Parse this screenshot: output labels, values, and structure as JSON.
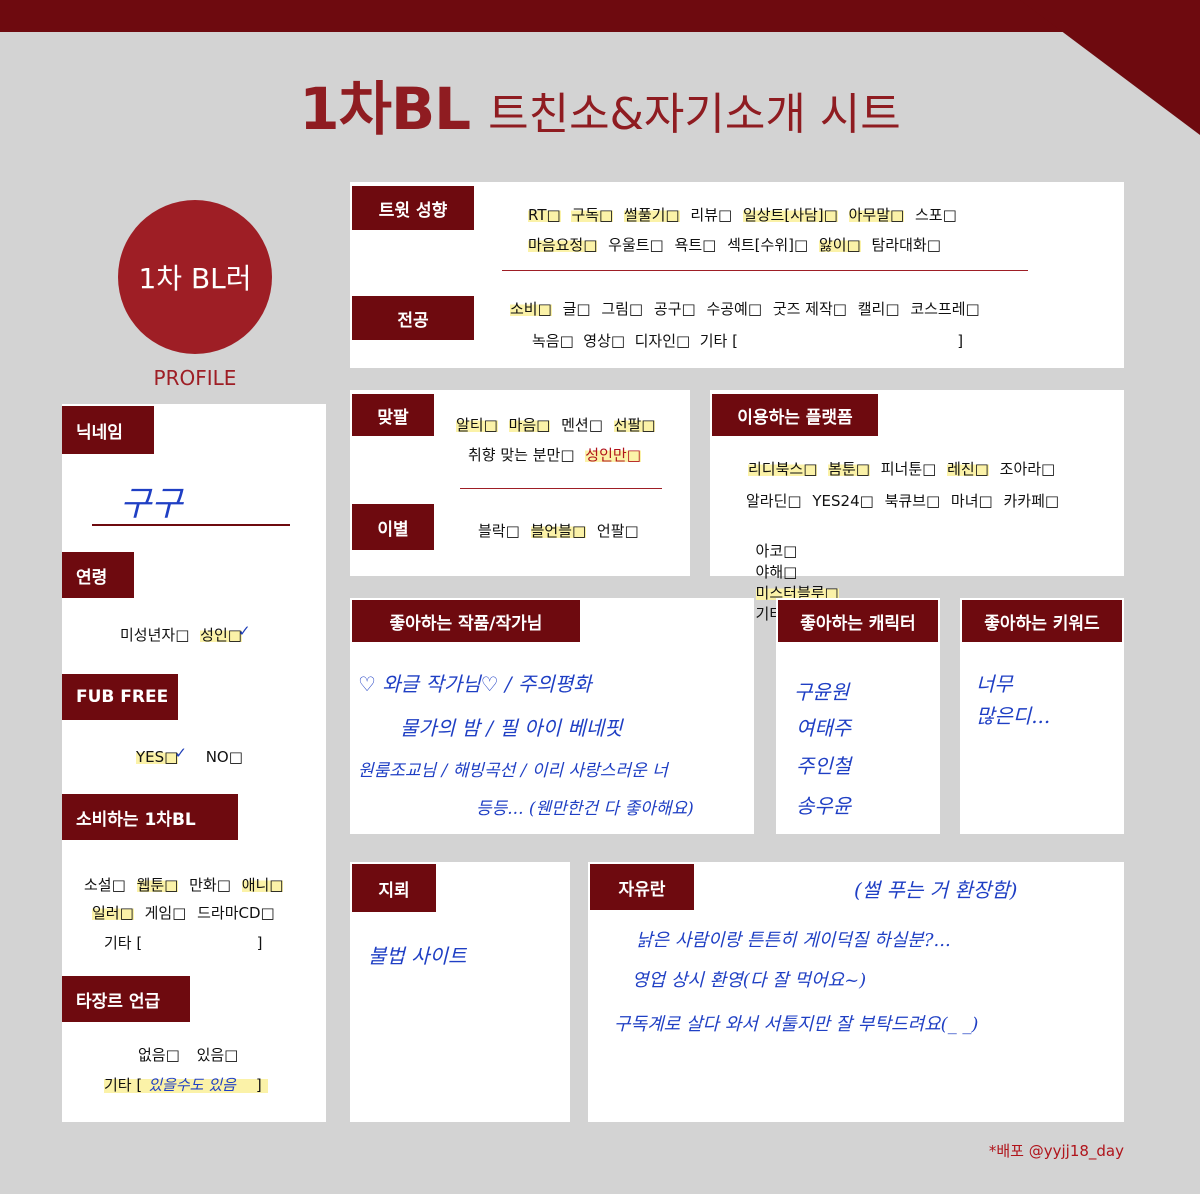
{
  "title": {
    "main": "1차BL",
    "sub": "트친소&자기소개 시트"
  },
  "profile": {
    "circle_text": "1차 BL러",
    "label": "PROFILE"
  },
  "nickname": {
    "tag": "닉네임",
    "value": "구구"
  },
  "age": {
    "tag": "연령",
    "opt1": "미성년자□",
    "opt2": "성인□",
    "check": "✓"
  },
  "fub": {
    "tag": "FUB FREE",
    "opt1": "YES□",
    "opt2": "NO□",
    "check": "✓"
  },
  "consume": {
    "tag": "소비하는 1차BL",
    "line1": [
      "소설□",
      "웹툰□",
      "만화□",
      "애니□"
    ],
    "line2": [
      "일러□",
      "게임□",
      "드라마CD□"
    ],
    "line3": "기타 [                        ]"
  },
  "other_genre": {
    "tag": "타장르 언급",
    "opt1": "없음□",
    "opt2": "있음□",
    "etc_label": "기타 [",
    "etc_value": "있을수도 있음",
    "etc_close": "]"
  },
  "tweet": {
    "tag": "트윗 성향",
    "line1": [
      "RT□",
      "구독□",
      "썰풀기□",
      "리뷰□",
      "일상트[사담]□",
      "아무말□",
      "스포□"
    ],
    "line2": [
      "마음요정□",
      "우울트□",
      "욕트□",
      "섹트[수위]□",
      "앓이□",
      "탐라대화□"
    ]
  },
  "major": {
    "tag": "전공",
    "line1": [
      "소비□",
      "글□",
      "그림□",
      "공구□",
      "수공예□",
      "굿즈 제작□",
      "캘리□",
      "코스프레□"
    ],
    "line2": "녹음□  영상□  디자인□  기타 [                                              ]"
  },
  "follow": {
    "tag": "맞팔",
    "line1": [
      "알티□",
      "마음□",
      "멘션□",
      "선팔□"
    ],
    "line2a": "취향 맞는 분만□",
    "line2b": "성인만□"
  },
  "farewell": {
    "tag": "이별",
    "opts": [
      "블락□",
      "블언블□",
      "언팔□"
    ]
  },
  "platform": {
    "tag": "이용하는 플랫폼",
    "line1": [
      "리디북스□",
      "봄툰□",
      "피너툰□",
      "레진□",
      "조아라□"
    ],
    "line2": [
      "알라딘□",
      "YES24□",
      "북큐브□",
      "마녀□",
      "카카페□"
    ],
    "line3": [
      "아코□",
      "야해□",
      "미스터블루□",
      "기타 [                ]"
    ]
  },
  "works": {
    "tag": "좋아하는 작품/작가님",
    "lines": [
      "♡ 와글 작가님♡   /  주의평화",
      "물가의 밤 / 필 아이 베네핏",
      "원룸조교님 / 해빙곡선  / 이리 사랑스러운 너",
      "등등... (웬만한건 다 좋아해요)"
    ]
  },
  "chars": {
    "tag": "좋아하는 캐릭터",
    "lines": [
      "구윤원",
      "여태주",
      "주인철",
      "송우윤"
    ]
  },
  "keyword": {
    "tag": "좋아하는 키워드",
    "lines": [
      "너무",
      "많은디..."
    ]
  },
  "mine": {
    "tag": "지뢰",
    "lines": [
      "불법 사이트"
    ]
  },
  "free": {
    "tag": "자유란",
    "lines": [
      "(썰 푸는 거 환장함)",
      "낡은 사람이랑 튼튼히 게이덕질 하실분?...",
      "영업 상시 환영(다 잘 먹어요~)",
      "구독계로 살다 와서 서툴지만 잘 부탁드려요(_ _)"
    ]
  },
  "credit": "*배포 @yyjj18_day",
  "colors": {
    "brand": "#6e0a0f",
    "accent": "#9e1e25",
    "highlight": "#fbf2a8",
    "ink": "#1f3fc4",
    "background": "#d3d3d3"
  }
}
